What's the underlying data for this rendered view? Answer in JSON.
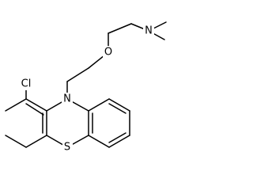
{
  "structure": {
    "atoms": {
      "n_dimethyl": "N",
      "o_ether": "O",
      "n_ring": "N",
      "cl": "Cl",
      "s_ring": "S"
    }
  },
  "colors": {
    "background": "#ffffff",
    "ink": "#000000"
  }
}
